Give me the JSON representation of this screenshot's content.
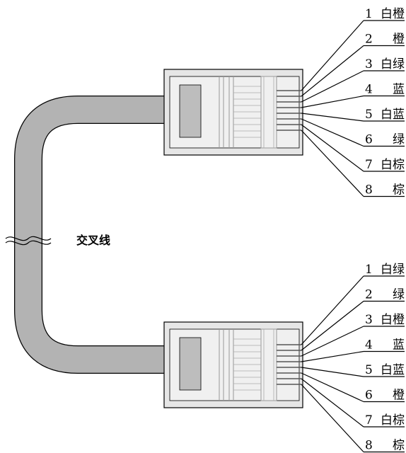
{
  "cable_label": "交叉线",
  "colors": {
    "cable": "#b3b3b3",
    "plug_body": "#e6e6e6",
    "plug_inner": "#f0f0f0",
    "latch": "#bdbdbd",
    "line": "#000000"
  },
  "connectors": [
    {
      "id": "top",
      "pins": [
        {
          "num": "1",
          "color": "白橙"
        },
        {
          "num": "2",
          "color": "橙"
        },
        {
          "num": "3",
          "color": "白绿"
        },
        {
          "num": "4",
          "color": "蓝"
        },
        {
          "num": "5",
          "color": "白蓝"
        },
        {
          "num": "6",
          "color": "绿"
        },
        {
          "num": "7",
          "color": "白棕"
        },
        {
          "num": "8",
          "color": "棕"
        }
      ]
    },
    {
      "id": "bottom",
      "pins": [
        {
          "num": "1",
          "color": "白绿"
        },
        {
          "num": "2",
          "color": "绿"
        },
        {
          "num": "3",
          "color": "白橙"
        },
        {
          "num": "4",
          "color": "蓝"
        },
        {
          "num": "5",
          "color": "白蓝"
        },
        {
          "num": "6",
          "color": "橙"
        },
        {
          "num": "7",
          "color": "白棕"
        },
        {
          "num": "8",
          "color": "棕"
        }
      ]
    }
  ]
}
